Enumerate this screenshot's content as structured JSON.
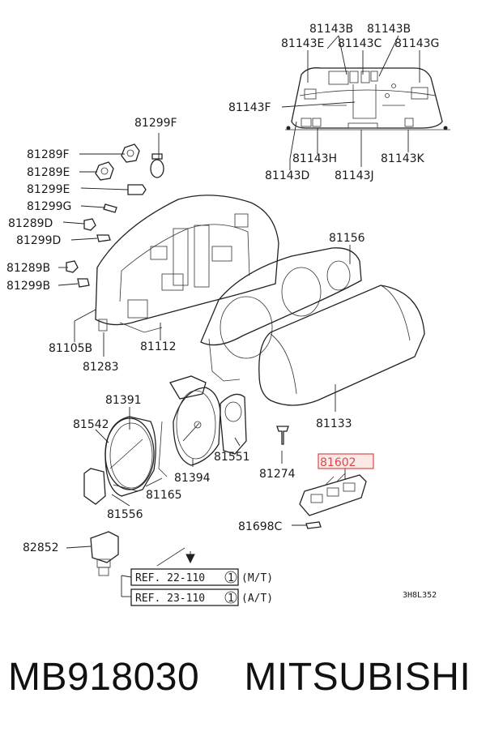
{
  "labels": {
    "l81143B_1": "81143B",
    "l81143B_2": "81143B",
    "l81143E": "81143E",
    "l81143C": "81143C",
    "l81143G": "81143G",
    "l81143F": "81143F",
    "l81143H": "81143H",
    "l81143K": "81143K",
    "l81143D": "81143D",
    "l81143J": "81143J",
    "l81299F": "81299F",
    "l81289F": "81289F",
    "l81289E": "81289E",
    "l81299E": "81299E",
    "l81299G": "81299G",
    "l81289D": "81289D",
    "l81299D": "81299D",
    "l81289B": "81289B",
    "l81299B": "81299B",
    "l81156": "81156",
    "l81105B": "81105B",
    "l81112": "81112",
    "l81283": "81283",
    "l81391": "81391",
    "l81542": "81542",
    "l81551": "81551",
    "l81133": "81133",
    "l81274": "81274",
    "l81602": "81602",
    "l81394": "81394",
    "l81165": "81165",
    "l81556": "81556",
    "l81698C": "81698C",
    "l82852": "82852"
  },
  "refs": {
    "ref1_text": "REF. 22-110",
    "ref1_num": "1",
    "ref1_suffix": "(M/T)",
    "ref2_text": "REF. 23-110",
    "ref2_num": "1",
    "ref2_suffix": "(A/T)"
  },
  "diagram_code": "3H8L352",
  "highlighted_part": "81602",
  "highlight_color": "#d84a4a",
  "footer": {
    "part_number": "MB918030",
    "brand": "MITSUBISHI"
  }
}
